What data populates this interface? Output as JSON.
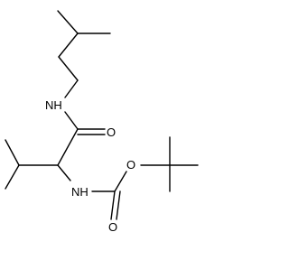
{
  "molecule": {
    "atoms": {
      "amide_nitrogen": "NH",
      "carbamate_nitrogen": "NH",
      "amide_oxygen": "O",
      "ester_oxygen": "O",
      "carbonyl_oxygen": "O"
    },
    "colors": {
      "bond": "#000000",
      "label": "#000000",
      "background": "#ffffff"
    }
  }
}
